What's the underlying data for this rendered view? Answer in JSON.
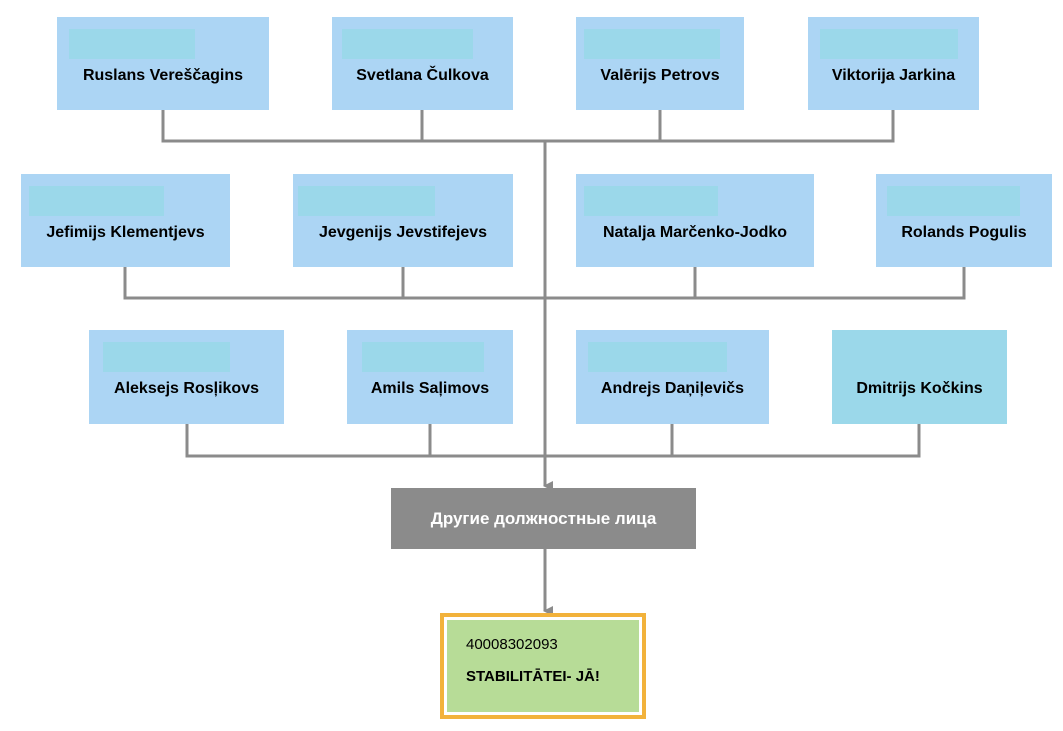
{
  "people": [
    {
      "name": "Ruslans Vereščagins"
    },
    {
      "name": "Svetlana Čulkova"
    },
    {
      "name": "Valērijs Petrovs"
    },
    {
      "name": "Viktorija Jarkina"
    },
    {
      "name": "Jefimijs Klementjevs"
    },
    {
      "name": "Jevgenijs Jevstifejevs"
    },
    {
      "name": "Natalja Marčenko-Jodko"
    },
    {
      "name": "Rolands Pogulis"
    },
    {
      "name": "Aleksejs Rosļikovs"
    },
    {
      "name": "Amils Saļimovs"
    },
    {
      "name": "Andrejs Daņiļevičs"
    },
    {
      "name": "Dmitrijs Kočkins"
    }
  ],
  "group": {
    "label": "Другие должностные лица"
  },
  "company": {
    "registration_number": "40008302093",
    "name": "STABILITĀTEI- JĀ!"
  },
  "colors": {
    "person_fill": "#acd5f4",
    "role_placeholder": "#9bd8ea",
    "group_fill": "#8b8b8b",
    "company_fill": "#b7dc97",
    "company_border": "#f2b23b",
    "connector": "#8b8b8b"
  }
}
